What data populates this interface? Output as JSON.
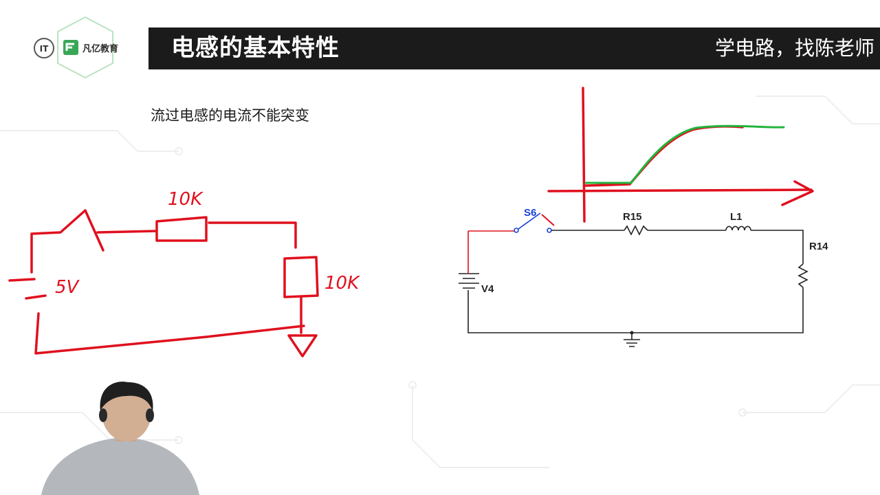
{
  "header": {
    "title": "电感的基本特性",
    "slogan": "学电路，找陈老师"
  },
  "logo": {
    "brand_text": "凡亿教育",
    "badge_text": "IT"
  },
  "slide": {
    "caption": "流过电感的电流不能突变"
  },
  "sketch": {
    "resistor_top_label": "10K",
    "resistor_right_label": "10K",
    "source_label": "5V"
  },
  "schematic": {
    "switch_label": "S6",
    "resistor_series_label": "R15",
    "inductor_label": "L1",
    "resistor_load_label": "R14",
    "source_label": "V4"
  },
  "colors": {
    "header_bg": "#1b1b1b",
    "ink_red": "#e0101e",
    "ink_green": "#22b43c",
    "wire_black": "#222222",
    "switch_blue": "#1a3fd6",
    "logo_green": "#3aa757"
  }
}
